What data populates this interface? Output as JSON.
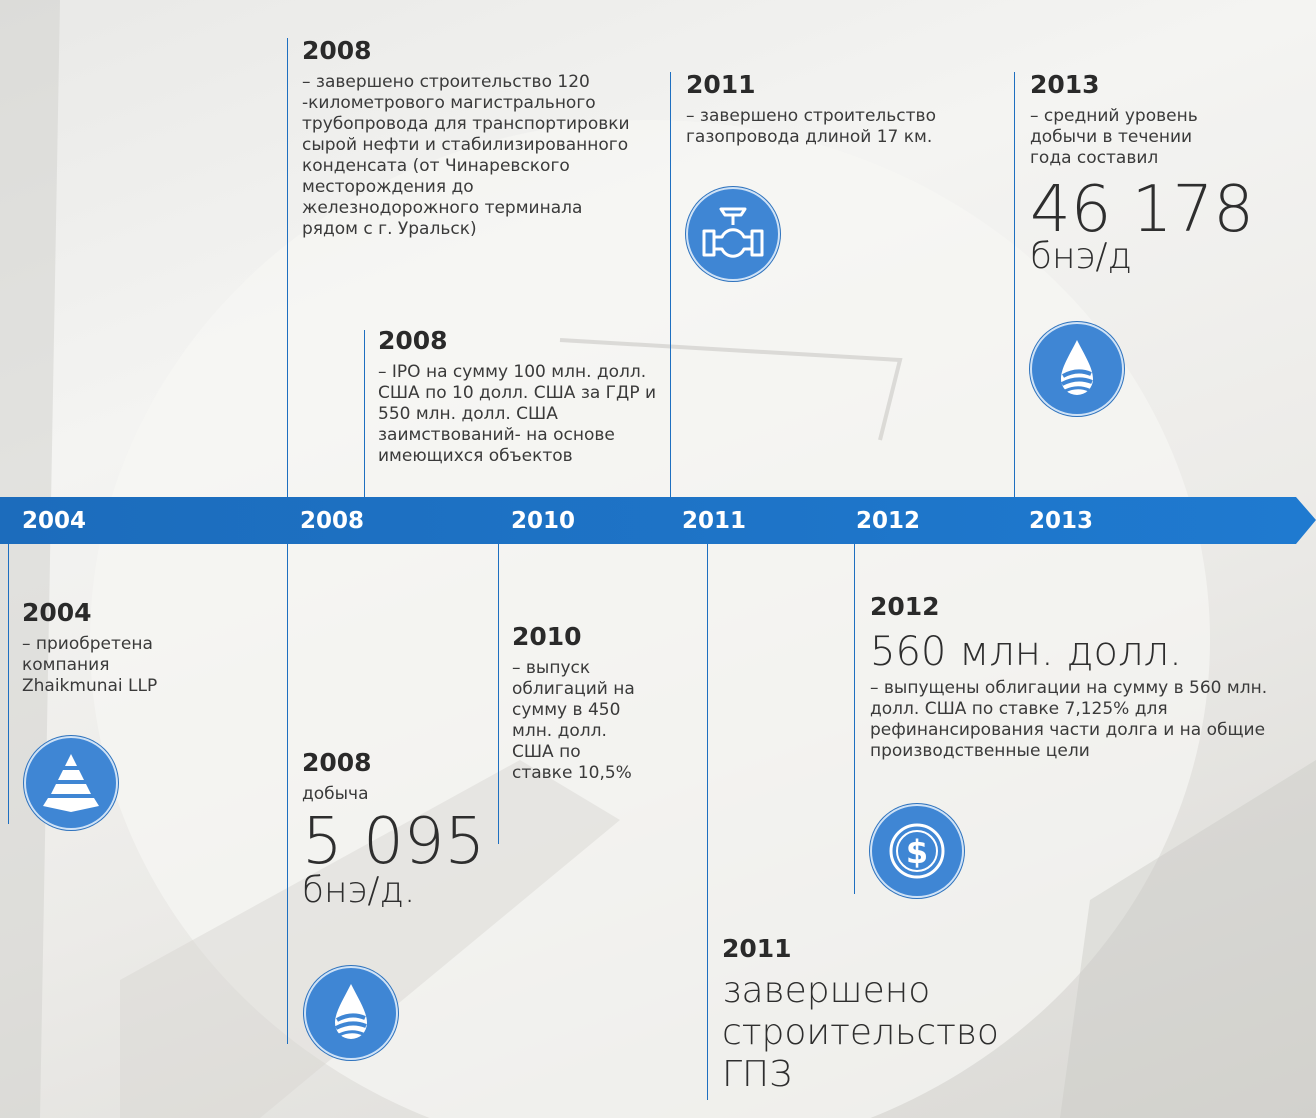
{
  "colors": {
    "band": "#1e73c4",
    "line": "#1e6fc0",
    "icon_fill": "#3f86d4"
  },
  "band": {
    "years": [
      "2004",
      "2008",
      "2010",
      "2011",
      "2012",
      "2013"
    ]
  },
  "events": {
    "e2008a": {
      "year": "2008",
      "text": "– завершено строительство 120 -километрового магистрального трубопровода для транспортировки сырой нефти и стабилизированного конденсата (от Чинаревского месторождения до железнодорожного терминала рядом с г. Уральск)"
    },
    "e2008b": {
      "year": "2008",
      "text": "– IPO на сумму 100 млн. долл. США по 10 долл. США за ГДР и 550 млн. долл. США заимствований- на основе имеющихся объектов"
    },
    "e2011a": {
      "year": "2011",
      "text": "– завершено строительство газопровода длиной 17 км.",
      "icon": "valve-icon"
    },
    "e2013": {
      "year": "2013",
      "text": "– средний уровень добычи в течении года составил",
      "big": "46 178",
      "unit": "бнэ/д",
      "icon": "oil-drop-icon"
    },
    "e2004": {
      "year": "2004",
      "text": "– приобретена компания Zhaikmunai LLP",
      "icon": "layers-pyramid-icon"
    },
    "e2008c": {
      "year": "2008",
      "text": "добыча",
      "big": "5 095",
      "unit": "бнэ/д.",
      "icon": "oil-drop-icon"
    },
    "e2010": {
      "year": "2010",
      "text": "– выпуск облигаций на сумму в 450 млн. долл. США по ставке 10,5%"
    },
    "e2012": {
      "year": "2012",
      "headline": "560 млн. долл.",
      "text": "– выпущены облигации на сумму в 560 млн. долл. США по ставке 7,125% для рефинансирования части долга и на общие производственные цели",
      "icon": "dollar-coin-icon"
    },
    "e2011b": {
      "year": "2011",
      "headline": "завершено строительство ГПЗ"
    }
  }
}
